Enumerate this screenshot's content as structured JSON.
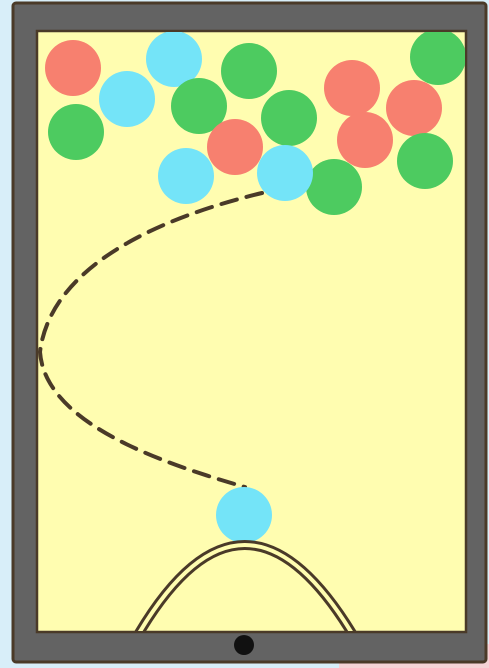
{
  "colors": {
    "background": "#d8eef9",
    "frame": "#636363",
    "frame_outline": "#4a3a28",
    "board": "#fffdb0",
    "trajectory": "#4a3a28",
    "launcher": "#4a3a28",
    "home_button": "#111111",
    "corner_accent": "#f6d3d6"
  },
  "bubble_palette": {
    "red": "#f7806f",
    "blue": "#74e4f8",
    "green": "#4dcb60"
  },
  "bubble_grid": [
    {
      "color": "red"
    },
    {
      "color": "blue"
    },
    {
      "color": "blue"
    },
    {
      "color": "green"
    },
    {
      "color": "red"
    },
    {
      "color": "green"
    },
    {
      "color": "green"
    },
    {
      "color": "green"
    },
    {
      "color": "green"
    },
    {
      "color": "red"
    },
    {
      "color": "green"
    },
    {
      "color": "red"
    },
    {
      "color": "red"
    },
    {
      "color": "blue"
    },
    {
      "color": "blue"
    },
    {
      "color": "green"
    }
  ],
  "loaded_bubble": {
    "color": "blue"
  },
  "aim_trajectory": {
    "style": "dashed",
    "visible": true
  }
}
